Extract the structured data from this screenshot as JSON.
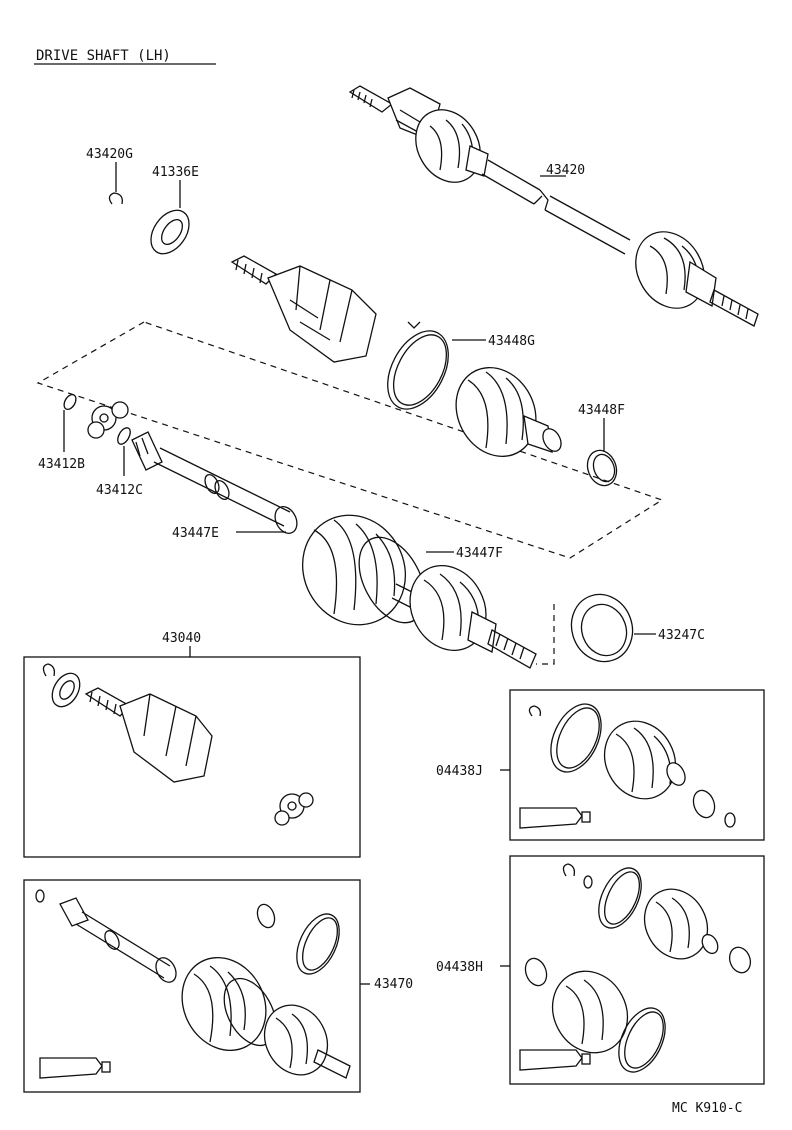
{
  "title": "DRIVE SHAFT (LH)",
  "figure_code": "MC K910-C",
  "parts": {
    "p43420G": "43420G",
    "p41336E": "41336E",
    "p43420": "43420",
    "p43448G": "43448G",
    "p43448F": "43448F",
    "p43412B": "43412B",
    "p43412C": "43412C",
    "p43447E": "43447E",
    "p43447F": "43447F",
    "p43247C": "43247C",
    "p43040": "43040",
    "p04438J": "04438J",
    "p04438H": "04438H",
    "p43470": "43470"
  }
}
